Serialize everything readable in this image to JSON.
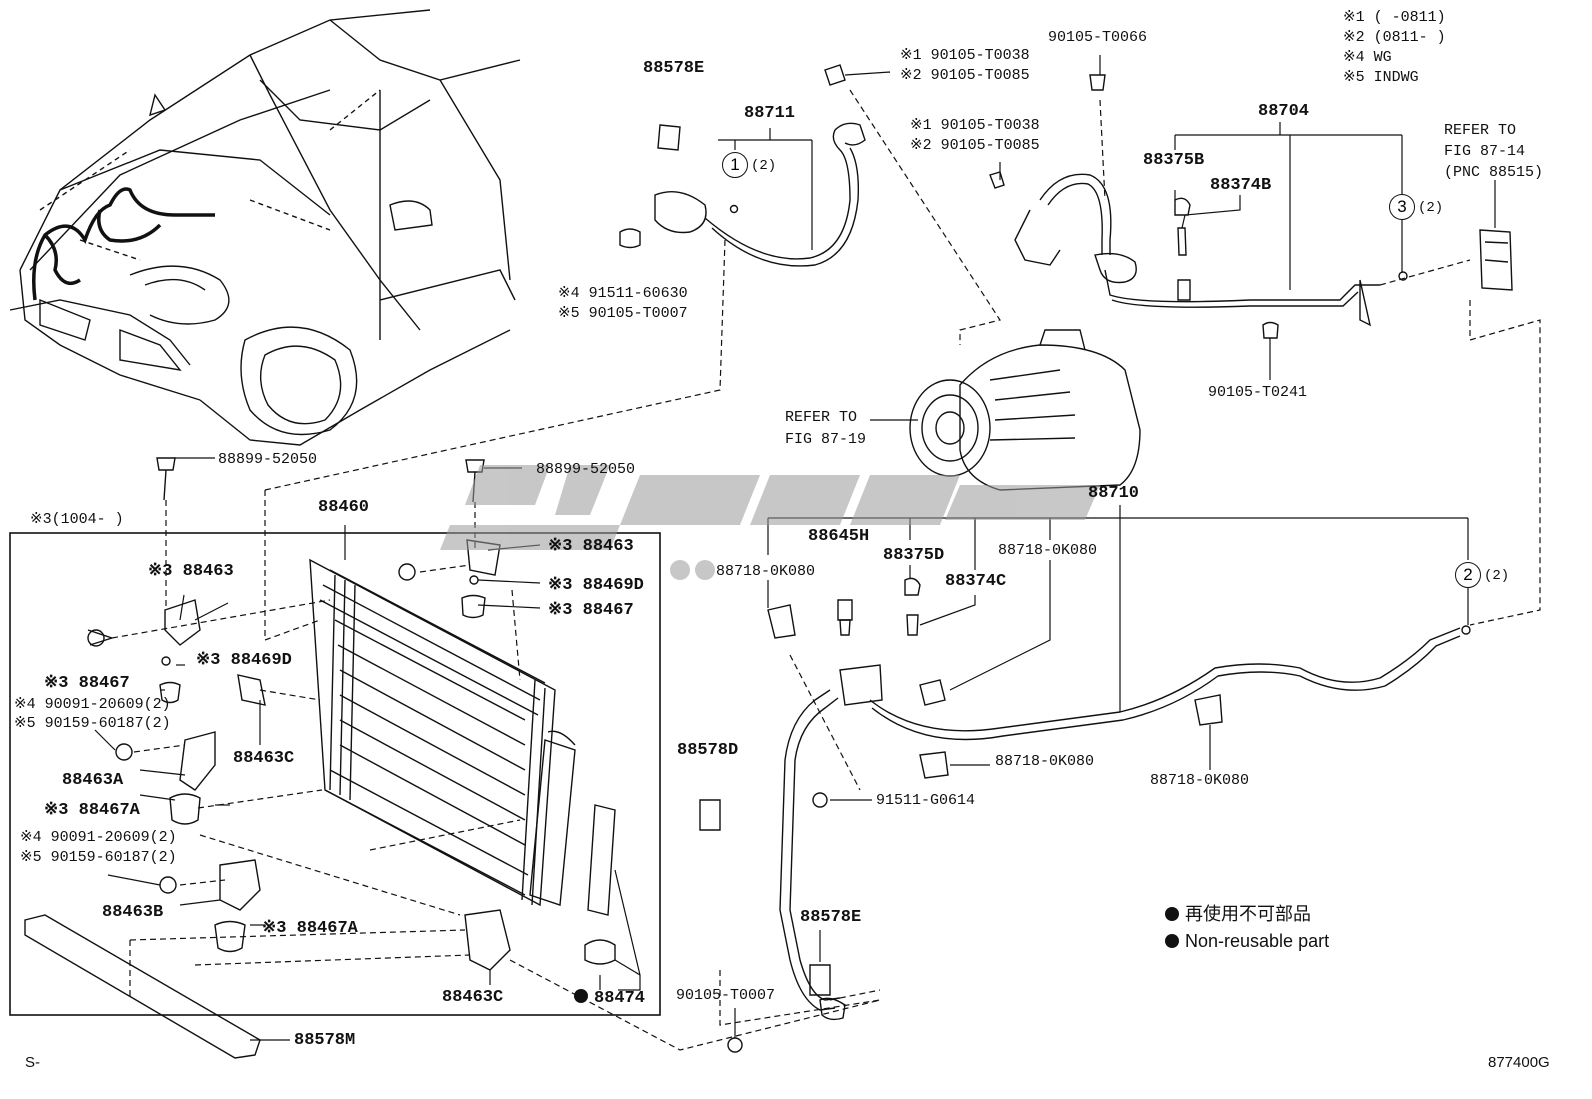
{
  "diagram": {
    "figure_code": "877400G",
    "corner_code": "S-",
    "legend": {
      "jp": "再使用不可部品",
      "en": "Non-reusable part"
    },
    "notes": [
      "※1 (   -0811)",
      "※2 (0811-    )",
      "※4 WG",
      "※5 INDWG"
    ],
    "refer_compressor": [
      "REFER TO",
      "FIG 87-19"
    ],
    "refer_valve": [
      "REFER TO",
      "FIG 87-14",
      "(PNC 88515)"
    ],
    "circles": [
      {
        "num": "1",
        "qty": "(2)"
      },
      {
        "num": "3",
        "qty": "(2)"
      },
      {
        "num": "2",
        "qty": "(2)"
      }
    ],
    "labels": {
      "p88578E_top": "88578E",
      "p88711": "88711",
      "p_t0038_a": "※1 90105-T0038",
      "p_t0085_a": "※2 90105-T0085",
      "p_t0066": "90105-T0066",
      "p_t0038_b": "※1 90105-T0038",
      "p_t0085_b": "※2 90105-T0085",
      "p88704": "88704",
      "p88375B": "88375B",
      "p88374B": "88374B",
      "p_60630": "※4 91511-60630",
      "p_t0007_a": "※5 90105-T0007",
      "p_t0241": "90105-T0241",
      "p52050_a": "88899-52050",
      "p52050_b": "88899-52050",
      "p_box_note": "※3(1004-    )",
      "p88460": "88460",
      "p88463_r": "※3 88463",
      "p88469D_r": "※3 88469D",
      "p88467_r": "※3 88467",
      "p88463_l": "※3 88463",
      "p88469D_l": "※3 88469D",
      "p88467_l": "※3 88467",
      "p_20609_a": "※4 90091-20609(2)",
      "p_60187_a": "※5 90159-60187(2)",
      "p88463A": "88463A",
      "p88463C_a": "88463C",
      "p88467A_a": "※3 88467A",
      "p_20609_b": "※4 90091-20609(2)",
      "p_60187_b": "※5 90159-60187(2)",
      "p88463B": "88463B",
      "p88467A_b": "※3 88467A",
      "p88463C_b": "88463C",
      "p88474": "88474",
      "p88578M": "88578M",
      "p88710": "88710",
      "p88645H": "88645H",
      "p88375D": "88375D",
      "p0K080_a": "88718-0K080",
      "p0K080_b": "88718-0K080",
      "p88374C": "88374C",
      "p0K080_c": "88718-0K080",
      "p0K080_d": "88718-0K080",
      "p88578D": "88578D",
      "p_G0614": "91511-G0614",
      "p88578E_bot": "88578E",
      "p_t0007_b": "90105-T0007"
    }
  }
}
